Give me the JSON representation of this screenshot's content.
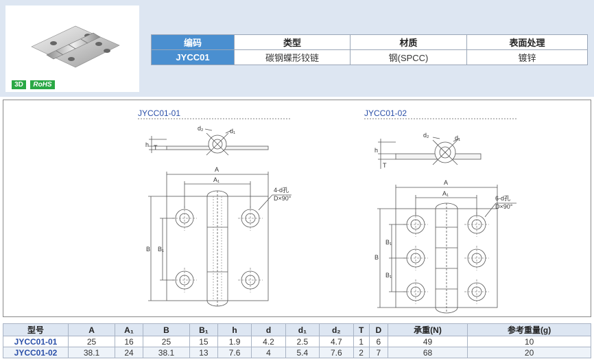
{
  "badges": {
    "three_d": "3D",
    "rohs": "RoHS"
  },
  "spec": {
    "headers": [
      "编码",
      "类型",
      "材质",
      "表面处理"
    ],
    "row": [
      "JYCC01",
      "碳钢蝶形铰链",
      "钢(SPCC)",
      "镀锌"
    ]
  },
  "views": {
    "left_title": "JYCC01-01",
    "right_title": "JYCC01-02"
  },
  "labels": {
    "A": "A",
    "A1": "A₁",
    "B": "B",
    "B1": "B₁",
    "h": "h",
    "T": "T",
    "d1": "d₁",
    "d2": "d₂",
    "left_hole": "4-d孔",
    "right_hole": "6-d孔",
    "chamfer": "D×90°"
  },
  "dims": {
    "headers": [
      "型号",
      "A",
      "A₁",
      "B",
      "B₁",
      "h",
      "d",
      "d₁",
      "d₂",
      "T",
      "D",
      "承重(N)",
      "参考重量(g)"
    ],
    "rows": [
      [
        "JYCC01-01",
        "25",
        "16",
        "25",
        "15",
        "1.9",
        "4.2",
        "2.5",
        "4.7",
        "1",
        "6",
        "49",
        "10"
      ],
      [
        "JYCC01-02",
        "38.1",
        "24",
        "38.1",
        "13",
        "7.6",
        "4",
        "5.4",
        "7.6",
        "2",
        "7",
        "68",
        "20"
      ]
    ]
  }
}
